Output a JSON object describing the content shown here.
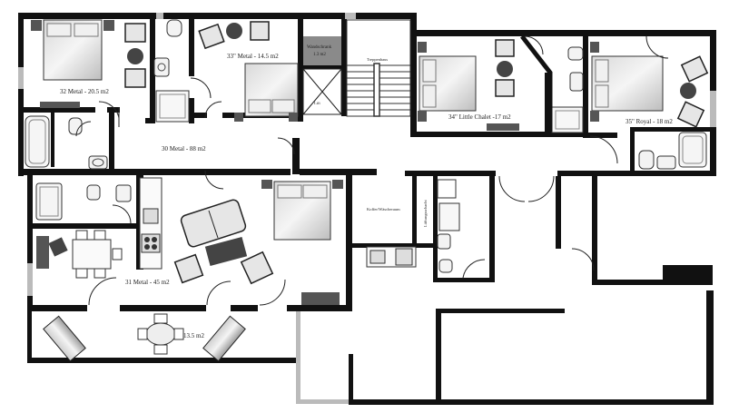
{
  "rooms": {
    "r32": "32 Metal - 20.5 m2",
    "r33": "33\" Metal - 14.5 m2",
    "r34": "34\" Little Chalet -17 m2",
    "r35": "35\" Royal - 18 m2",
    "r30": "30 Metal - 88 m2",
    "r31": "31 Metal - 45 m2",
    "terrace": "13.5 m2",
    "wandschrank": "Wandschrank",
    "wandschrank_area": "1.3 m2",
    "treppenhaus": "Treppenhaus",
    "lift": "Lift",
    "koffer": "Koffer/Wäscheraum",
    "lueftung": "Lüftungsschacht"
  },
  "colors": {
    "wall": "#111111",
    "furniture_fill": "#e6e6e6",
    "dark_fill": "#444444",
    "floor": "#ffffff"
  }
}
